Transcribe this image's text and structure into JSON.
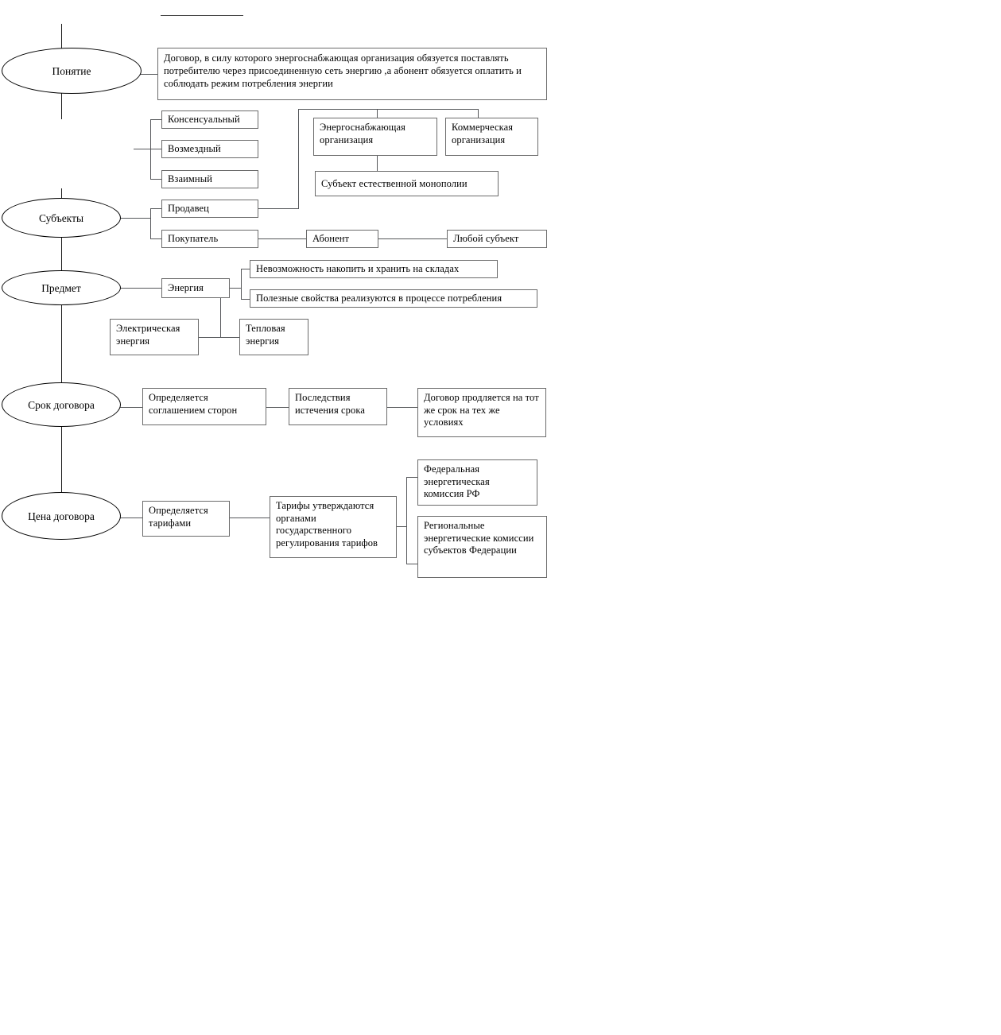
{
  "diagram": {
    "title_rule": "",
    "nodes": {
      "concept": "Понятие",
      "concept_definition": "Договор, в силу которого энергоснабжающая организация обязуется поставлять потребителю через присоединенную сеть энергию ,а абонент обязуется оплатить и соблюдать режим потребления энергии",
      "subjects": "Субъекты",
      "consensual": "Консенсуальный",
      "compensated": "Возмездный",
      "mutual": "Взаимный",
      "seller": "Продавец",
      "buyer": "Покупатель",
      "energy_supply_org": "Энергоснабжающая организация",
      "commercial_org": "Коммерческая организация",
      "natural_monopoly": "Субъект естественной монополии",
      "subscriber": "Абонент",
      "any_subject": "Любой субъект",
      "object": "Предмет",
      "energy": "Энергия",
      "cannot_store": "Невозможность накопить и хранить на складах",
      "useful_properties": "Полезные свойства реализуются в процессе потребления",
      "electric_energy": "Электрическая энергия",
      "thermal_energy": "Тепловая энергия",
      "term": "Срок договора",
      "term_by_agreement": "Определяется соглашением сторон",
      "term_expiry_effects": "Последствия истечения срока",
      "term_renewal": "Договор продляется на тот же срок на тех же условиях",
      "price": "Цена договора",
      "price_by_tariffs": "Определяется тарифами",
      "tariffs_approved": "Тарифы утверждаются органами государственного регулирования тарифов",
      "federal_commission": "Федеральная энергетическая комиссия РФ",
      "regional_commissions": "Региональные энергетические комиссии субъектов Федерации"
    },
    "colors": {
      "background": "#ffffff",
      "box_border": "#6b6b6b",
      "ellipse_border": "#000000",
      "connector": "#55575a",
      "text": "#000000"
    }
  }
}
